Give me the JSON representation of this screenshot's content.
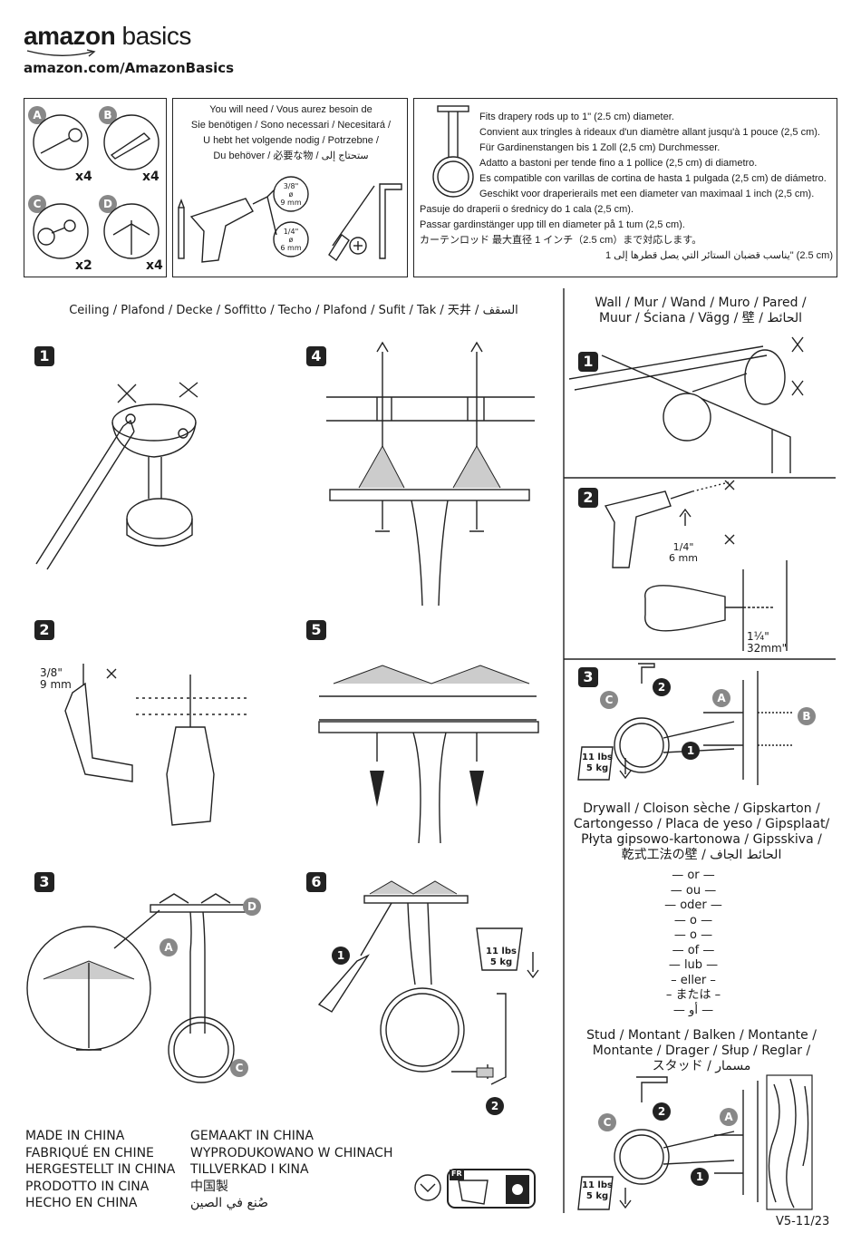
{
  "brand": {
    "name_bold": "amazon",
    "name_light": "basics",
    "url": "amazon.com/AmazonBasics"
  },
  "parts": [
    {
      "letter": "A",
      "qty": "x4",
      "icon": "screw-icon"
    },
    {
      "letter": "B",
      "qty": "x4",
      "icon": "wall-anchor-icon"
    },
    {
      "letter": "C",
      "qty": "x2",
      "icon": "rod-bracket-icon"
    },
    {
      "letter": "D",
      "qty": "x4",
      "icon": "toggle-bolt-icon"
    }
  ],
  "tools": {
    "lines": [
      "You will need / Vous aurez besoin de",
      "Sie benötigen / Sono necessari / Necesitará /",
      "U hebt het volgende nodig / Potrzebne /",
      "Du behöver / 必要な物 / ستحتاج إلى"
    ],
    "bit1": [
      "3/8\"",
      "ø",
      "9 mm"
    ],
    "bit2": [
      "1/4\"",
      "ø",
      "6 mm"
    ]
  },
  "fits": {
    "lines": [
      "Fits drapery rods up to 1\" (2.5 cm) diameter.",
      "Convient aux tringles à rideaux d'un diamètre allant jusqu'à 1 pouce (2,5 cm).",
      "Für Gardinenstangen bis 1 Zoll (2,5 cm) Durchmesser.",
      "Adatto a bastoni per tende fino a 1 pollice (2,5 cm) di diametro.",
      "Es compatible con varillas de cortina de hasta 1 pulgada (2,5 cm) de diámetro.",
      "Geschikt voor draperierails met een diameter van maximaal 1 inch (2,5 cm)."
    ],
    "wide_lines": [
      "Pasuje do draperii o średnicy do 1 cala (2,5 cm).",
      "Passar gardinstänger upp till en diameter på 1 tum (2,5 cm).",
      "カーテンロッド 最大直径 1 インチ（2.5 cm）まで対応します。",
      "يناسب قضبان الستائر التي يصل قطرها إلى 1\" (2.5 cm)"
    ]
  },
  "ceiling": {
    "heading": "Ceiling / Plafond / Decke / Soffitto / Techo / Plafond / Sufit / Tak / 天井 / السقف",
    "steps": [
      "1",
      "2",
      "3",
      "4",
      "5",
      "6"
    ],
    "step2_bit": [
      "3/8\"",
      "9 mm"
    ],
    "step3_labels": [
      "A",
      "C",
      "D"
    ],
    "step6_weight": [
      "11 lbs",
      "5 kg"
    ],
    "step6_callouts": [
      "1",
      "2"
    ]
  },
  "wall": {
    "heading": [
      "Wall / Mur / Wand / Muro / Pared /",
      "Muur / Ściana / Vägg / 壁 / الحائط"
    ],
    "steps": [
      "1",
      "2",
      "3"
    ],
    "step2_bit": [
      "1/4\"",
      "6 mm"
    ],
    "step2_depth": [
      "1¼\"",
      "32mm\""
    ],
    "step3_weight": [
      "11 lbs",
      "5 kg"
    ],
    "step3_labels": [
      "C",
      "A",
      "B",
      "2",
      "1"
    ]
  },
  "drywall": {
    "heading": [
      "Drywall / Cloison sèche / Gipskarton /",
      "Cartongesso / Placa de yeso / Gipsplaat/",
      "Płyta gipsowo-kartonowa / Gipsskiva /",
      "乾式工法の壁 / الحائط الجاف"
    ],
    "or_list": [
      "— or —",
      "— ou —",
      "— oder —",
      "— o —",
      "— o —",
      "— of —",
      "— lub —",
      "– eller –",
      "– または –",
      "— أو —"
    ]
  },
  "stud": {
    "heading": [
      "Stud / Montant / Balken / Montante /",
      "Montante / Drager / Słup / Reglar /",
      "スタッド / مسمار"
    ],
    "weight": [
      "11 lbs",
      "5 kg"
    ],
    "labels": [
      "C",
      "A",
      "2",
      "1"
    ]
  },
  "made_in": {
    "col1": [
      "MADE IN CHINA",
      "FABRIQUÉ EN CHINE",
      "HERGESTELLT IN CHINA",
      "PRODOTTO IN CINA",
      "HECHO EN CHINA"
    ],
    "col2": [
      "GEMAAKT IN CHINA",
      "WYPRODUKOWANO W CHINACH",
      "TILLVERKAD I KINA",
      "中国製",
      "صُنع في الصين"
    ]
  },
  "recycle_badge": "FR",
  "version": "V5-11/23"
}
